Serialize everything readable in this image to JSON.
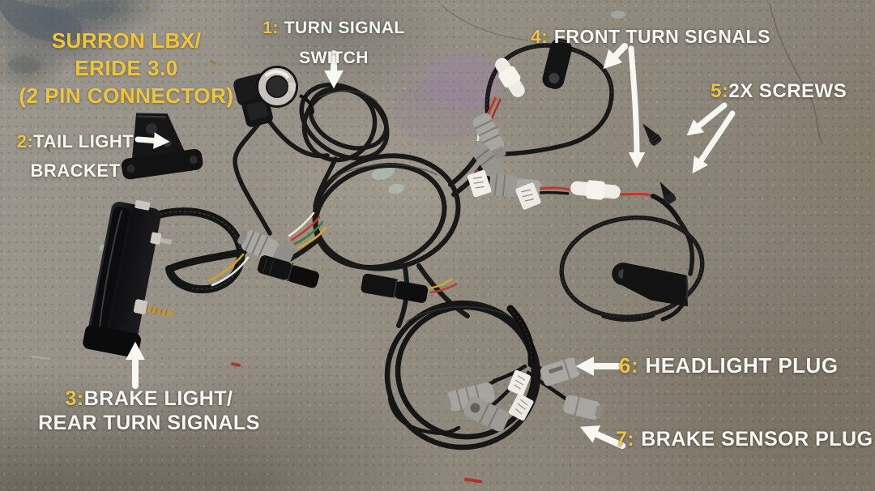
{
  "title": {
    "line1": "SURRON LBX/",
    "line2": "ERIDE 3.0",
    "line3": "(2 PIN CONNECTOR)"
  },
  "labels": {
    "turn_signal_switch": {
      "num": "1:",
      "line1": "TURN SIGNAL",
      "line2": "SWITCH"
    },
    "tail_light_bracket": {
      "num": "2:",
      "line1": "TAIL LIGHT",
      "line2": "BRACKET"
    },
    "brake_light": {
      "num": "3:",
      "line1": "BRAKE LIGHT/",
      "line2": "REAR TURN SIGNALS"
    },
    "front_turn_signals": {
      "num": "4:",
      "text": "FRONT TURN SIGNALS"
    },
    "screws": {
      "num": "5:",
      "text": "2X SCREWS"
    },
    "headlight_plug": {
      "num": "6:",
      "text": "HEADLIGHT PLUG"
    },
    "brake_sensor_plug": {
      "num": "7:",
      "text": "BRAKE SENSOR PLUG"
    }
  },
  "arrows": {
    "turn_signal_switch": "down",
    "tail_light_bracket": "right",
    "brake_light": "up",
    "front_turn_signals": [
      "down-left",
      "down"
    ],
    "screws": [
      "down-left",
      "down-left"
    ],
    "headlight_plug": "left",
    "brake_sensor_plug": "up-left"
  },
  "colors": {
    "accent_yellow": "#EDC43C",
    "label_white": "#F8F6F1",
    "floor_grey": "#948E83",
    "cable_black": "#181818",
    "connector_grey": "#A8A6A1",
    "wire_red": "#C0392B",
    "stud_gold": "#B5944C"
  }
}
